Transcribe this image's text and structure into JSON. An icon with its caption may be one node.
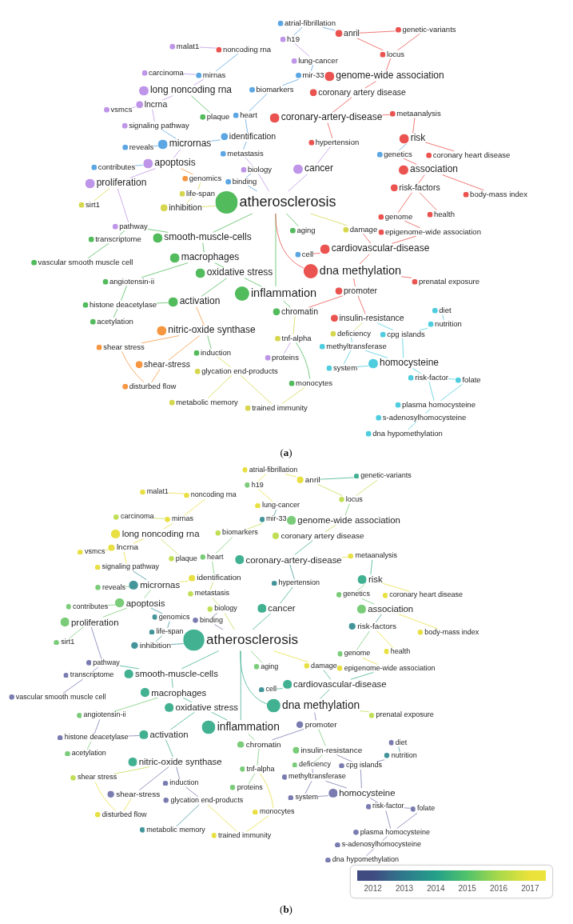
{
  "diagram": {
    "nodes": [
      {
        "text": [
          "atrial-fibrillation"
        ]
      },
      {
        "text": [
          "genetic-variants"
        ]
      },
      {
        "text": [
          "anril"
        ]
      },
      {
        "text": [
          "h19"
        ]
      },
      {
        "text": [
          "malat1"
        ]
      },
      {
        "text": [
          "noncoding rna"
        ]
      },
      {
        "text": [
          "locus"
        ]
      },
      {
        "text": [
          "lung-cancer"
        ]
      },
      {
        "text": [
          "carcinoma"
        ]
      },
      {
        "text": [
          "mirnas"
        ]
      },
      {
        "text": [
          "mir-33"
        ]
      },
      {
        "text": [
          "genome-wide association"
        ]
      },
      {
        "text": [
          "long noncoding rna"
        ]
      },
      {
        "text": [
          "biomarkers"
        ]
      },
      {
        "text": [
          "coronary artery disease"
        ]
      },
      {
        "text": [
          "lncrna"
        ]
      },
      {
        "text": [
          "vsmcs"
        ]
      },
      {
        "text": [
          "metaanalysis"
        ]
      },
      {
        "text": [
          "plaque"
        ]
      },
      {
        "text": [
          "heart"
        ]
      },
      {
        "text": [
          "coronary-artery-disease"
        ]
      },
      {
        "text": [
          "signaling pathway"
        ]
      },
      {
        "text": [
          "identification"
        ]
      },
      {
        "text": [
          "risk"
        ]
      },
      {
        "text": [
          "hypertension"
        ]
      },
      {
        "text": [
          "micrornas"
        ]
      },
      {
        "text": [
          "reveals"
        ]
      },
      {
        "text": [
          "metastasis"
        ]
      },
      {
        "text": [
          "genetics"
        ]
      },
      {
        "text": [
          "coronary heart disease"
        ]
      },
      {
        "text": [
          "apoptosis"
        ]
      },
      {
        "text": [
          "contributes"
        ]
      },
      {
        "text": [
          "association"
        ]
      },
      {
        "text": [
          "biology"
        ]
      },
      {
        "text": [
          "cancer"
        ]
      },
      {
        "text": [
          "genomics"
        ]
      },
      {
        "text": [
          "binding"
        ]
      },
      {
        "text": [
          "proliferation"
        ]
      },
      {
        "text": [
          "risk-factors"
        ]
      },
      {
        "text": [
          "life-span"
        ]
      },
      {
        "text": [
          "body-mass index"
        ]
      },
      {
        "text": [
          "atherosclerosis"
        ]
      },
      {
        "text": [
          "sirt1"
        ]
      },
      {
        "text": [
          "inhibition"
        ]
      },
      {
        "text": [
          "health"
        ]
      },
      {
        "text": [
          "genome"
        ]
      },
      {
        "text": [
          "pathway"
        ]
      },
      {
        "text": [
          "aging"
        ]
      },
      {
        "text": [
          "damage"
        ]
      },
      {
        "text": [
          "epigenome-wide association"
        ]
      },
      {
        "text": [
          "smooth-muscle-cells"
        ]
      },
      {
        "text": [
          "transcriptome"
        ]
      },
      {
        "text": [
          "cardiovascular-disease"
        ]
      },
      {
        "text": [
          "cell"
        ]
      },
      {
        "text": [
          "macrophages"
        ]
      },
      {
        "text": [
          "vascular smooth muscle cell"
        ]
      },
      {
        "text": [
          "dna methylation"
        ]
      },
      {
        "text": [
          "oxidative stress"
        ]
      },
      {
        "text": [
          "angiotensin-ii"
        ]
      },
      {
        "text": [
          "prenatal exposure"
        ]
      },
      {
        "text": [
          "promoter"
        ]
      },
      {
        "text": [
          "inflammation"
        ]
      },
      {
        "text": [
          "activation"
        ]
      },
      {
        "text": [
          "histone deacetylase"
        ]
      },
      {
        "text": [
          "chromatin"
        ]
      },
      {
        "text": [
          "diet"
        ]
      },
      {
        "text": [
          "insulin-resistance"
        ]
      },
      {
        "text": [
          "acetylation"
        ]
      },
      {
        "text": [
          "nutrition"
        ]
      },
      {
        "text": [
          "nitric-oxide synthase"
        ]
      },
      {
        "text": [
          "deficiency"
        ]
      },
      {
        "text": [
          "cpg islands"
        ]
      },
      {
        "text": [
          "tnf-alpha"
        ]
      },
      {
        "text": [
          "methyltransferase"
        ]
      },
      {
        "text": [
          "shear stress"
        ]
      },
      {
        "text": [
          "induction"
        ]
      },
      {
        "text": [
          "proteins"
        ]
      },
      {
        "text": [
          "homocysteine"
        ]
      },
      {
        "text": [
          "shear-stress"
        ]
      },
      {
        "text": [
          "system"
        ]
      },
      {
        "text": [
          "glycation end-products"
        ]
      },
      {
        "text": [
          "risk-factor"
        ]
      },
      {
        "text": [
          "folate"
        ]
      },
      {
        "text": [
          "monocytes"
        ]
      },
      {
        "text": [
          "disturbed flow"
        ]
      },
      {
        "text": [
          "metabolic memory"
        ]
      },
      {
        "text": [
          "plasma homocysteine"
        ]
      },
      {
        "text": [
          "trained immunity"
        ]
      },
      {
        "text": [
          "s-adenosylhomocysteine"
        ]
      },
      {
        "text": [
          "dna hypomethylation"
        ]
      },
      {
        "text": [
          "atrial-fibrillation"
        ]
      },
      {
        "text": [
          "genetic-variants"
        ]
      },
      {
        "text": [
          "anril"
        ]
      },
      {
        "text": [
          "h19"
        ]
      },
      {
        "text": [
          "malat1"
        ]
      },
      {
        "text": [
          "noncoding rna"
        ]
      },
      {
        "text": [
          "locus"
        ]
      },
      {
        "text": [
          "lung-cancer"
        ]
      },
      {
        "text": [
          "carcinoma"
        ]
      },
      {
        "text": [
          "mirnas"
        ]
      },
      {
        "text": [
          "mir-33"
        ]
      },
      {
        "text": [
          "genome-wide association"
        ]
      },
      {
        "text": [
          "long noncoding rna"
        ]
      },
      {
        "text": [
          "biomarkers"
        ]
      },
      {
        "text": [
          "coronary artery disease"
        ]
      },
      {
        "text": [
          "lncrna"
        ]
      },
      {
        "text": [
          "vsmcs"
        ]
      },
      {
        "text": [
          "metaanalysis"
        ]
      },
      {
        "text": [
          "plaque"
        ]
      },
      {
        "text": [
          "heart"
        ]
      },
      {
        "text": [
          "coronary-artery-disease"
        ]
      },
      {
        "text": [
          "signaling pathway"
        ]
      },
      {
        "text": [
          "identification"
        ]
      },
      {
        "text": [
          "risk"
        ]
      },
      {
        "text": [
          "hypertension"
        ]
      },
      {
        "text": [
          "micrornas"
        ]
      },
      {
        "text": [
          "reveals"
        ]
      },
      {
        "text": [
          "metastasis"
        ]
      },
      {
        "text": [
          "genetics"
        ]
      },
      {
        "text": [
          "coronary heart disease"
        ]
      },
      {
        "text": [
          "apoptosis"
        ]
      },
      {
        "text": [
          "contributes"
        ]
      },
      {
        "text": [
          "association"
        ]
      },
      {
        "text": [
          "biology"
        ]
      },
      {
        "text": [
          "cancer"
        ]
      },
      {
        "text": [
          "genomics"
        ]
      },
      {
        "text": [
          "binding"
        ]
      },
      {
        "text": [
          "proliferation"
        ]
      },
      {
        "text": [
          "risk-factors"
        ]
      },
      {
        "text": [
          "life-span"
        ]
      },
      {
        "text": [
          "body-mass index"
        ]
      },
      {
        "text": [
          "atherosclerosis"
        ]
      },
      {
        "text": [
          "sirt1"
        ]
      },
      {
        "text": [
          "inhibition"
        ]
      },
      {
        "text": [
          "health"
        ]
      },
      {
        "text": [
          "genome"
        ]
      },
      {
        "text": [
          "pathway"
        ]
      },
      {
        "text": [
          "aging"
        ]
      },
      {
        "text": [
          "damage"
        ]
      },
      {
        "text": [
          "epigenome-wide association"
        ]
      },
      {
        "text": [
          "smooth-muscle-cells"
        ]
      },
      {
        "text": [
          "transcriptome"
        ]
      },
      {
        "text": [
          "cardiovascular-disease"
        ]
      },
      {
        "text": [
          "cell"
        ]
      },
      {
        "text": [
          "macrophages"
        ]
      },
      {
        "text": [
          "vascular smooth muscle cell"
        ]
      },
      {
        "text": [
          "dna methylation"
        ]
      },
      {
        "text": [
          "oxidative stress"
        ]
      },
      {
        "text": [
          "angiotensin-ii"
        ]
      },
      {
        "text": [
          "prenatal exposure"
        ]
      },
      {
        "text": [
          "promoter"
        ]
      },
      {
        "text": [
          "inflammation"
        ]
      },
      {
        "text": [
          "activation"
        ]
      },
      {
        "text": [
          "histone deacetylase"
        ]
      },
      {
        "text": [
          "chromatin"
        ]
      },
      {
        "text": [
          "diet"
        ]
      },
      {
        "text": [
          "insulin-resistance"
        ]
      },
      {
        "text": [
          "acetylation"
        ]
      },
      {
        "text": [
          "nutrition"
        ]
      },
      {
        "text": [
          "nitric-oxide synthase"
        ]
      },
      {
        "text": [
          "deficiency"
        ]
      },
      {
        "text": [
          "cpg islands"
        ]
      },
      {
        "text": [
          "tnf-alpha"
        ]
      },
      {
        "text": [
          "methyltransferase"
        ]
      },
      {
        "text": [
          "shear stress"
        ]
      },
      {
        "text": [
          "induction"
        ]
      },
      {
        "text": [
          "proteins"
        ]
      },
      {
        "text": [
          "homocysteine"
        ]
      },
      {
        "text": [
          "shear-stress"
        ]
      },
      {
        "text": [
          "system"
        ]
      },
      {
        "text": [
          "glycation end-products"
        ]
      },
      {
        "text": [
          "risk-factor"
        ]
      },
      {
        "text": [
          "folate"
        ]
      },
      {
        "text": [
          "monocytes"
        ]
      },
      {
        "text": [
          "disturbed flow"
        ]
      },
      {
        "text": [
          "metabolic memory"
        ]
      },
      {
        "text": [
          "plasma homocysteine"
        ]
      },
      {
        "text": [
          "trained immunity"
        ]
      },
      {
        "text": [
          "s-adenosylhomocysteine"
        ]
      },
      {
        "text": [
          "dna hypomethylation"
        ]
      }
    ],
    "edges": [
      {
        "from": 3,
        "to": 0,
        "arrow": "none",
        "color": "#4a9ce0"
      },
      {
        "from": 2,
        "to": 0,
        "arrow": "none",
        "color": "#4a9ce0"
      },
      {
        "from": 2,
        "to": 1,
        "arrow": "none",
        "color": "#e8403c"
      },
      {
        "from": 2,
        "to": 6,
        "arrow": "none",
        "color": "#e8403c"
      },
      {
        "from": 1,
        "to": 6,
        "arrow": "none",
        "color": "#e8403c"
      },
      {
        "from": 6,
        "to": 11,
        "arrow": "none",
        "color": "#e8403c"
      },
      {
        "from": 11,
        "to": 14,
        "arrow": "none",
        "color": "#e8403c"
      },
      {
        "from": 3,
        "to": 7,
        "arrow": "none",
        "color": "#b78ae6"
      },
      {
        "from": 7,
        "to": 10,
        "arrow": "none",
        "color": "#4a9ce0"
      },
      {
        "from": 10,
        "to": 13,
        "arrow": "none",
        "color": "#4a9ce0"
      },
      {
        "from": 5,
        "to": 4,
        "arrow": "none",
        "color": "#b78ae6"
      },
      {
        "from": 5,
        "to": 9,
        "arrow": "none",
        "color": "#4a9ce0"
      },
      {
        "from": 9,
        "to": 8,
        "arrow": "none",
        "color": "#b78ae6"
      },
      {
        "from": 9,
        "to": 12,
        "arrow": "none",
        "color": "#b78ae6"
      },
      {
        "from": 12,
        "to": 15,
        "arrow": "none",
        "color": "#b78ae6"
      },
      {
        "from": 15,
        "to": 16,
        "arrow": "none",
        "color": "#b78ae6"
      },
      {
        "from": 15,
        "to": 21,
        "arrow": "none",
        "color": "#b78ae6"
      },
      {
        "from": 12,
        "to": 18,
        "arrow": "none",
        "color": "#3fb44a"
      },
      {
        "from": 13,
        "to": 19,
        "arrow": "none",
        "color": "#4a9ce0"
      },
      {
        "from": 14,
        "to": 20,
        "arrow": "none",
        "color": "#e8403c"
      },
      {
        "from": 20,
        "to": 24,
        "arrow": "none",
        "color": "#e8403c"
      },
      {
        "from": 20,
        "to": 17,
        "arrow": "none",
        "color": "#e8403c"
      },
      {
        "from": 17,
        "to": 23,
        "arrow": "none",
        "color": "#e8403c"
      },
      {
        "from": 23,
        "to": 29,
        "arrow": "none",
        "color": "#e8403c"
      },
      {
        "from": 23,
        "to": 28,
        "arrow": "none",
        "color": "#4a9ce0"
      },
      {
        "from": 28,
        "to": 32,
        "arrow": "none",
        "color": "#e8403c"
      },
      {
        "from": 32,
        "to": 38,
        "arrow": "none",
        "color": "#e8403c"
      },
      {
        "from": 32,
        "to": 40,
        "arrow": "none",
        "color": "#e8403c"
      },
      {
        "from": 38,
        "to": 45,
        "arrow": "none",
        "color": "#e8403c"
      },
      {
        "from": 38,
        "to": 44,
        "arrow": "none",
        "color": "#e8403c"
      },
      {
        "from": 45,
        "to": 49,
        "arrow": "none",
        "color": "#e8403c"
      },
      {
        "from": 49,
        "to": 52,
        "arrow": "none",
        "color": "#e8403c"
      },
      {
        "from": 48,
        "to": 52,
        "arrow": "none",
        "color": "#e8403c"
      },
      {
        "from": 52,
        "to": 56,
        "arrow": "none",
        "color": "#e8403c"
      },
      {
        "from": 56,
        "to": 59,
        "arrow": "none",
        "color": "#e8403c"
      },
      {
        "from": 56,
        "to": 60,
        "arrow": "none",
        "color": "#e8403c"
      },
      {
        "from": 60,
        "to": 66,
        "arrow": "none",
        "color": "#e8403c"
      },
      {
        "from": 66,
        "to": 70,
        "arrow": "none",
        "color": "#d3d33c"
      },
      {
        "from": 66,
        "to": 71,
        "arrow": "none",
        "color": "#3cc8dc"
      },
      {
        "from": 71,
        "to": 77,
        "arrow": "none",
        "color": "#3cc8dc"
      },
      {
        "from": 65,
        "to": 68,
        "arrow": "none",
        "color": "#3cc8dc"
      },
      {
        "from": 68,
        "to": 71,
        "arrow": "none",
        "color": "#3cc8dc"
      },
      {
        "from": 70,
        "to": 73,
        "arrow": "none",
        "color": "#3cc8dc"
      },
      {
        "from": 73,
        "to": 77,
        "arrow": "none",
        "color": "#3cc8dc"
      },
      {
        "from": 77,
        "to": 79,
        "arrow": "none",
        "color": "#3cc8dc"
      },
      {
        "from": 77,
        "to": 81,
        "arrow": "none",
        "color": "#3cc8dc"
      },
      {
        "from": 81,
        "to": 82,
        "arrow": "none",
        "color": "#3cc8dc"
      },
      {
        "from": 81,
        "to": 86,
        "arrow": "none",
        "color": "#3cc8dc"
      },
      {
        "from": 86,
        "to": 88,
        "arrow": "none",
        "color": "#3cc8dc"
      },
      {
        "from": 88,
        "to": 89,
        "arrow": "none",
        "color": "#3cc8dc"
      },
      {
        "from": 82,
        "to": 86,
        "arrow": "none",
        "color": "#3cc8dc"
      },
      {
        "from": 22,
        "to": 19,
        "arrow": "none",
        "color": "#4a9ce0"
      },
      {
        "from": 22,
        "to": 27,
        "arrow": "none",
        "color": "#4a9ce0"
      },
      {
        "from": 25,
        "to": 22,
        "arrow": "none",
        "color": "#4a9ce0"
      },
      {
        "from": 25,
        "to": 26,
        "arrow": "none",
        "color": "#4a9ce0"
      },
      {
        "from": 21,
        "to": 25,
        "arrow": "none",
        "color": "#4a9ce0"
      },
      {
        "from": 25,
        "to": 30,
        "arrow": "none",
        "color": "#b78ae6"
      },
      {
        "from": 30,
        "to": 31,
        "arrow": "none",
        "color": "#4a9ce0"
      },
      {
        "from": 30,
        "to": 37,
        "arrow": "none",
        "color": "#b78ae6"
      },
      {
        "from": 30,
        "to": 35,
        "arrow": "none",
        "color": "#f68b2c"
      },
      {
        "from": 27,
        "to": 33,
        "arrow": "none",
        "color": "#b78ae6"
      },
      {
        "from": 33,
        "to": 36,
        "arrow": "none",
        "color": "#4a9ce0"
      },
      {
        "from": 41,
        "to": 33,
        "arrow": "none",
        "color": "#b78ae6"
      },
      {
        "from": 41,
        "to": 34,
        "arrow": "none",
        "color": "#b78ae6"
      },
      {
        "from": 24,
        "to": 34,
        "arrow": "none",
        "color": "#b78ae6"
      },
      {
        "from": 41,
        "to": 36,
        "arrow": "none",
        "color": "#4a9ce0"
      },
      {
        "from": 35,
        "to": 39,
        "arrow": "none",
        "color": "#d3d33c"
      },
      {
        "from": 39,
        "to": 43,
        "arrow": "none",
        "color": "#d3d33c"
      },
      {
        "from": 41,
        "to": 43,
        "arrow": "none",
        "color": "#d3d33c"
      },
      {
        "from": 37,
        "to": 42,
        "arrow": "none",
        "color": "#d3d33c"
      },
      {
        "from": 37,
        "to": 46,
        "arrow": "none",
        "color": "#b78ae6"
      },
      {
        "from": 46,
        "to": 51,
        "arrow": "none",
        "color": "#3fb44a"
      },
      {
        "from": 51,
        "to": 55,
        "arrow": "none",
        "color": "#3fb44a"
      },
      {
        "from": 46,
        "to": 50,
        "arrow": "none",
        "color": "#3fb44a"
      },
      {
        "from": 41,
        "to": 50,
        "arrow": "none",
        "color": "#3fb44a"
      },
      {
        "from": 50,
        "to": 54,
        "arrow": "none",
        "color": "#3fb44a"
      },
      {
        "from": 54,
        "to": 57,
        "arrow": "none",
        "color": "#3fb44a"
      },
      {
        "from": 57,
        "to": 61,
        "arrow": "none",
        "color": "#3fb44a"
      },
      {
        "from": 41,
        "to": 61,
        "arrow": "none",
        "color": "#3fb44a"
      },
      {
        "from": 41,
        "to": 47,
        "arrow": "none",
        "color": "#3fb44a"
      },
      {
        "from": 53,
        "to": 52,
        "arrow": "none",
        "color": "#e8403c"
      },
      {
        "from": 41,
        "to": 48,
        "arrow": "none",
        "color": "#d3d33c"
      },
      {
        "from": 41,
        "to": 56,
        "arrow": "none",
        "color": "#e8403c"
      },
      {
        "from": 54,
        "to": 58,
        "arrow": "none",
        "color": "#3fb44a"
      },
      {
        "from": 58,
        "to": 63,
        "arrow": "none",
        "color": "#3fb44a"
      },
      {
        "from": 63,
        "to": 67,
        "arrow": "none",
        "color": "#3fb44a"
      },
      {
        "from": 62,
        "to": 63,
        "arrow": "none",
        "color": "#3fb44a"
      },
      {
        "from": 57,
        "to": 62,
        "arrow": "none",
        "color": "#3fb44a"
      },
      {
        "from": 62,
        "to": 69,
        "arrow": "none",
        "color": "#f68b2c"
      },
      {
        "from": 69,
        "to": 74,
        "arrow": "none",
        "color": "#f68b2c"
      },
      {
        "from": 69,
        "to": 78,
        "arrow": "none",
        "color": "#f68b2c"
      },
      {
        "from": 78,
        "to": 84,
        "arrow": "none",
        "color": "#f68b2c"
      },
      {
        "from": 74,
        "to": 84,
        "arrow": "none",
        "color": "#f68b2c"
      },
      {
        "from": 69,
        "to": 75,
        "arrow": "none",
        "color": "#3fb44a"
      },
      {
        "from": 75,
        "to": 80,
        "arrow": "none",
        "color": "#d3d33c"
      },
      {
        "from": 80,
        "to": 85,
        "arrow": "none",
        "color": "#d3d33c"
      },
      {
        "from": 80,
        "to": 87,
        "arrow": "none",
        "color": "#d3d33c"
      },
      {
        "from": 61,
        "to": 64,
        "arrow": "none",
        "color": "#3fb44a"
      },
      {
        "from": 64,
        "to": 72,
        "arrow": "none",
        "color": "#d3d33c"
      },
      {
        "from": 72,
        "to": 76,
        "arrow": "none",
        "color": "#b78ae6"
      },
      {
        "from": 72,
        "to": 83,
        "arrow": "none",
        "color": "#3fb44a"
      },
      {
        "from": 83,
        "to": 87,
        "arrow": "none",
        "color": "#d3d33c"
      },
      {
        "from": 64,
        "to": 60,
        "arrow": "none",
        "color": "#e8403c"
      },
      {
        "from": 79,
        "to": 73,
        "arrow": "none",
        "color": "#3cc8dc"
      },
      {
        "from": 93,
        "to": 90,
        "arrow": "none",
        "color": "#e6dc2e"
      },
      {
        "from": 92,
        "to": 90,
        "arrow": "none",
        "color": "#e6dc2e"
      },
      {
        "from": 92,
        "to": 91,
        "arrow": "none",
        "color": "#2ea886"
      },
      {
        "from": 92,
        "to": 96,
        "arrow": "none",
        "color": "#b9dc45"
      },
      {
        "from": 91,
        "to": 96,
        "arrow": "none",
        "color": "#b9dc45"
      },
      {
        "from": 96,
        "to": 101,
        "arrow": "none",
        "color": "#6cc76a"
      },
      {
        "from": 101,
        "to": 104,
        "arrow": "none",
        "color": "#b9dc45"
      },
      {
        "from": 93,
        "to": 97,
        "arrow": "none",
        "color": "#e6dc2e"
      },
      {
        "from": 97,
        "to": 100,
        "arrow": "none",
        "color": "#2f8a8f"
      },
      {
        "from": 100,
        "to": 103,
        "arrow": "none",
        "color": "#b9dc45"
      },
      {
        "from": 95,
        "to": 94,
        "arrow": "none",
        "color": "#e6dc2e"
      },
      {
        "from": 95,
        "to": 99,
        "arrow": "none",
        "color": "#e6dc2e"
      },
      {
        "from": 99,
        "to": 98,
        "arrow": "none",
        "color": "#b9dc45"
      },
      {
        "from": 99,
        "to": 102,
        "arrow": "none",
        "color": "#e6dc2e"
      },
      {
        "from": 102,
        "to": 105,
        "arrow": "none",
        "color": "#e6dc2e"
      },
      {
        "from": 105,
        "to": 106,
        "arrow": "none",
        "color": "#e6dc2e"
      },
      {
        "from": 105,
        "to": 111,
        "arrow": "none",
        "color": "#e6dc2e"
      },
      {
        "from": 102,
        "to": 108,
        "arrow": "none",
        "color": "#b9dc45"
      },
      {
        "from": 103,
        "to": 109,
        "arrow": "none",
        "color": "#6cc76a"
      },
      {
        "from": 104,
        "to": 110,
        "arrow": "none",
        "color": "#2ea886"
      },
      {
        "from": 110,
        "to": 114,
        "arrow": "none",
        "color": "#2f8a8f"
      },
      {
        "from": 110,
        "to": 107,
        "arrow": "none",
        "color": "#e6dc2e"
      },
      {
        "from": 107,
        "to": 113,
        "arrow": "none",
        "color": "#2ea886"
      },
      {
        "from": 113,
        "to": 119,
        "arrow": "none",
        "color": "#e6dc2e"
      },
      {
        "from": 113,
        "to": 118,
        "arrow": "none",
        "color": "#6cc76a"
      },
      {
        "from": 118,
        "to": 122,
        "arrow": "none",
        "color": "#6cc76a"
      },
      {
        "from": 122,
        "to": 128,
        "arrow": "none",
        "color": "#2f8a8f"
      },
      {
        "from": 122,
        "to": 130,
        "arrow": "none",
        "color": "#e6dc2e"
      },
      {
        "from": 128,
        "to": 135,
        "arrow": "none",
        "color": "#6cc76a"
      },
      {
        "from": 128,
        "to": 134,
        "arrow": "none",
        "color": "#e6dc2e"
      },
      {
        "from": 135,
        "to": 139,
        "arrow": "none",
        "color": "#e6dc2e"
      },
      {
        "from": 139,
        "to": 142,
        "arrow": "none",
        "color": "#2ea886"
      },
      {
        "from": 138,
        "to": 142,
        "arrow": "none",
        "color": "#2ea886"
      },
      {
        "from": 142,
        "to": 146,
        "arrow": "none",
        "color": "#2ea886"
      },
      {
        "from": 146,
        "to": 149,
        "arrow": "none",
        "color": "#b9dc45"
      },
      {
        "from": 146,
        "to": 150,
        "arrow": "none",
        "color": "#6b6ea8"
      },
      {
        "from": 150,
        "to": 156,
        "arrow": "none",
        "color": "#6cc76a"
      },
      {
        "from": 156,
        "to": 160,
        "arrow": "none",
        "color": "#6cc76a"
      },
      {
        "from": 156,
        "to": 161,
        "arrow": "none",
        "color": "#6b6ea8"
      },
      {
        "from": 161,
        "to": 167,
        "arrow": "none",
        "color": "#6b6ea8"
      },
      {
        "from": 155,
        "to": 158,
        "arrow": "none",
        "color": "#2f8a8f"
      },
      {
        "from": 158,
        "to": 161,
        "arrow": "none",
        "color": "#6b6ea8"
      },
      {
        "from": 160,
        "to": 163,
        "arrow": "none",
        "color": "#6b6ea8"
      },
      {
        "from": 163,
        "to": 167,
        "arrow": "none",
        "color": "#6b6ea8"
      },
      {
        "from": 167,
        "to": 169,
        "arrow": "none",
        "color": "#6b6ea8"
      },
      {
        "from": 167,
        "to": 171,
        "arrow": "none",
        "color": "#6b6ea8"
      },
      {
        "from": 171,
        "to": 172,
        "arrow": "none",
        "color": "#6b6ea8"
      },
      {
        "from": 171,
        "to": 176,
        "arrow": "none",
        "color": "#6b6ea8"
      },
      {
        "from": 176,
        "to": 178,
        "arrow": "none",
        "color": "#6b6ea8"
      },
      {
        "from": 178,
        "to": 179,
        "arrow": "none",
        "color": "#6b6ea8"
      },
      {
        "from": 172,
        "to": 176,
        "arrow": "none",
        "color": "#6b6ea8"
      },
      {
        "from": 112,
        "to": 109,
        "arrow": "none",
        "color": "#6cc76a"
      },
      {
        "from": 112,
        "to": 117,
        "arrow": "none",
        "color": "#b9dc45"
      },
      {
        "from": 115,
        "to": 112,
        "arrow": "none",
        "color": "#e6dc2e"
      },
      {
        "from": 115,
        "to": 116,
        "arrow": "none",
        "color": "#6cc76a"
      },
      {
        "from": 111,
        "to": 115,
        "arrow": "none",
        "color": "#2f8a8f"
      },
      {
        "from": 115,
        "to": 120,
        "arrow": "none",
        "color": "#6cc76a"
      },
      {
        "from": 120,
        "to": 121,
        "arrow": "none",
        "color": "#6cc76a"
      },
      {
        "from": 120,
        "to": 127,
        "arrow": "none",
        "color": "#6cc76a"
      },
      {
        "from": 120,
        "to": 125,
        "arrow": "none",
        "color": "#2f8a8f"
      },
      {
        "from": 117,
        "to": 123,
        "arrow": "none",
        "color": "#b9dc45"
      },
      {
        "from": 123,
        "to": 126,
        "arrow": "none",
        "color": "#6b6ea8"
      },
      {
        "from": 131,
        "to": 123,
        "arrow": "none",
        "color": "#b9dc45"
      },
      {
        "from": 131,
        "to": 124,
        "arrow": "none",
        "color": "#2ea886"
      },
      {
        "from": 114,
        "to": 124,
        "arrow": "none",
        "color": "#2ea886"
      },
      {
        "from": 131,
        "to": 126,
        "arrow": "none",
        "color": "#6b6ea8"
      },
      {
        "from": 125,
        "to": 129,
        "arrow": "none",
        "color": "#2f8a8f"
      },
      {
        "from": 129,
        "to": 133,
        "arrow": "none",
        "color": "#2f8a8f"
      },
      {
        "from": 131,
        "to": 133,
        "arrow": "none",
        "color": "#2f8a8f"
      },
      {
        "from": 127,
        "to": 132,
        "arrow": "none",
        "color": "#6cc76a"
      },
      {
        "from": 127,
        "to": 136,
        "arrow": "none",
        "color": "#6b6ea8"
      },
      {
        "from": 136,
        "to": 141,
        "arrow": "none",
        "color": "#6b6ea8"
      },
      {
        "from": 141,
        "to": 145,
        "arrow": "none",
        "color": "#6b6ea8"
      },
      {
        "from": 136,
        "to": 140,
        "arrow": "none",
        "color": "#2ea886"
      },
      {
        "from": 131,
        "to": 140,
        "arrow": "none",
        "color": "#2ea886"
      },
      {
        "from": 140,
        "to": 144,
        "arrow": "none",
        "color": "#2ea886"
      },
      {
        "from": 144,
        "to": 147,
        "arrow": "none",
        "color": "#2ea886"
      },
      {
        "from": 147,
        "to": 151,
        "arrow": "none",
        "color": "#2ea886"
      },
      {
        "from": 131,
        "to": 151,
        "arrow": "none",
        "color": "#2ea886"
      },
      {
        "from": 131,
        "to": 137,
        "arrow": "none",
        "color": "#6cc76a"
      },
      {
        "from": 143,
        "to": 142,
        "arrow": "none",
        "color": "#2ea886"
      },
      {
        "from": 131,
        "to": 138,
        "arrow": "none",
        "color": "#e6dc2e"
      },
      {
        "from": 131,
        "to": 146,
        "arrow": "none",
        "color": "#2ea886"
      },
      {
        "from": 144,
        "to": 148,
        "arrow": "none",
        "color": "#6cc76a"
      },
      {
        "from": 148,
        "to": 153,
        "arrow": "none",
        "color": "#6b6ea8"
      },
      {
        "from": 153,
        "to": 157,
        "arrow": "none",
        "color": "#6cc76a"
      },
      {
        "from": 152,
        "to": 153,
        "arrow": "none",
        "color": "#6b6ea8"
      },
      {
        "from": 147,
        "to": 152,
        "arrow": "none",
        "color": "#2ea886"
      },
      {
        "from": 152,
        "to": 159,
        "arrow": "none",
        "color": "#2ea886"
      },
      {
        "from": 159,
        "to": 164,
        "arrow": "none",
        "color": "#b9dc45"
      },
      {
        "from": 159,
        "to": 168,
        "arrow": "none",
        "color": "#6b6ea8"
      },
      {
        "from": 168,
        "to": 174,
        "arrow": "none",
        "color": "#e6dc2e"
      },
      {
        "from": 164,
        "to": 174,
        "arrow": "none",
        "color": "#e6dc2e"
      },
      {
        "from": 159,
        "to": 165,
        "arrow": "none",
        "color": "#6b6ea8"
      },
      {
        "from": 165,
        "to": 170,
        "arrow": "none",
        "color": "#6b6ea8"
      },
      {
        "from": 170,
        "to": 175,
        "arrow": "none",
        "color": "#2f8a8f"
      },
      {
        "from": 170,
        "to": 177,
        "arrow": "none",
        "color": "#e6dc2e"
      },
      {
        "from": 151,
        "to": 154,
        "arrow": "none",
        "color": "#6cc76a"
      },
      {
        "from": 154,
        "to": 162,
        "arrow": "none",
        "color": "#6cc76a"
      },
      {
        "from": 162,
        "to": 166,
        "arrow": "none",
        "color": "#6cc76a"
      },
      {
        "from": 162,
        "to": 173,
        "arrow": "none",
        "color": "#e6dc2e"
      },
      {
        "from": 173,
        "to": 177,
        "arrow": "none",
        "color": "#e6dc2e"
      },
      {
        "from": 154,
        "to": 150,
        "arrow": "none",
        "color": "#6b6ea8"
      },
      {
        "from": 169,
        "to": 163,
        "arrow": "none",
        "color": "#6b6ea8"
      }
    ],
    "labels": [
      "(**a**)",
      "(**b**)"
    ],
    "legend": [
      {
        "text": "2012",
        "color": "#404b82"
      },
      {
        "text": "2013",
        "color": "#2e7a8c"
      },
      {
        "text": "2014",
        "color": "#24a08a"
      },
      {
        "text": "2015",
        "color": "#52c36a"
      },
      {
        "text": "2016",
        "color": "#a9d94a"
      },
      {
        "text": "2017",
        "color": "#ece33a"
      }
    ]
  }
}
